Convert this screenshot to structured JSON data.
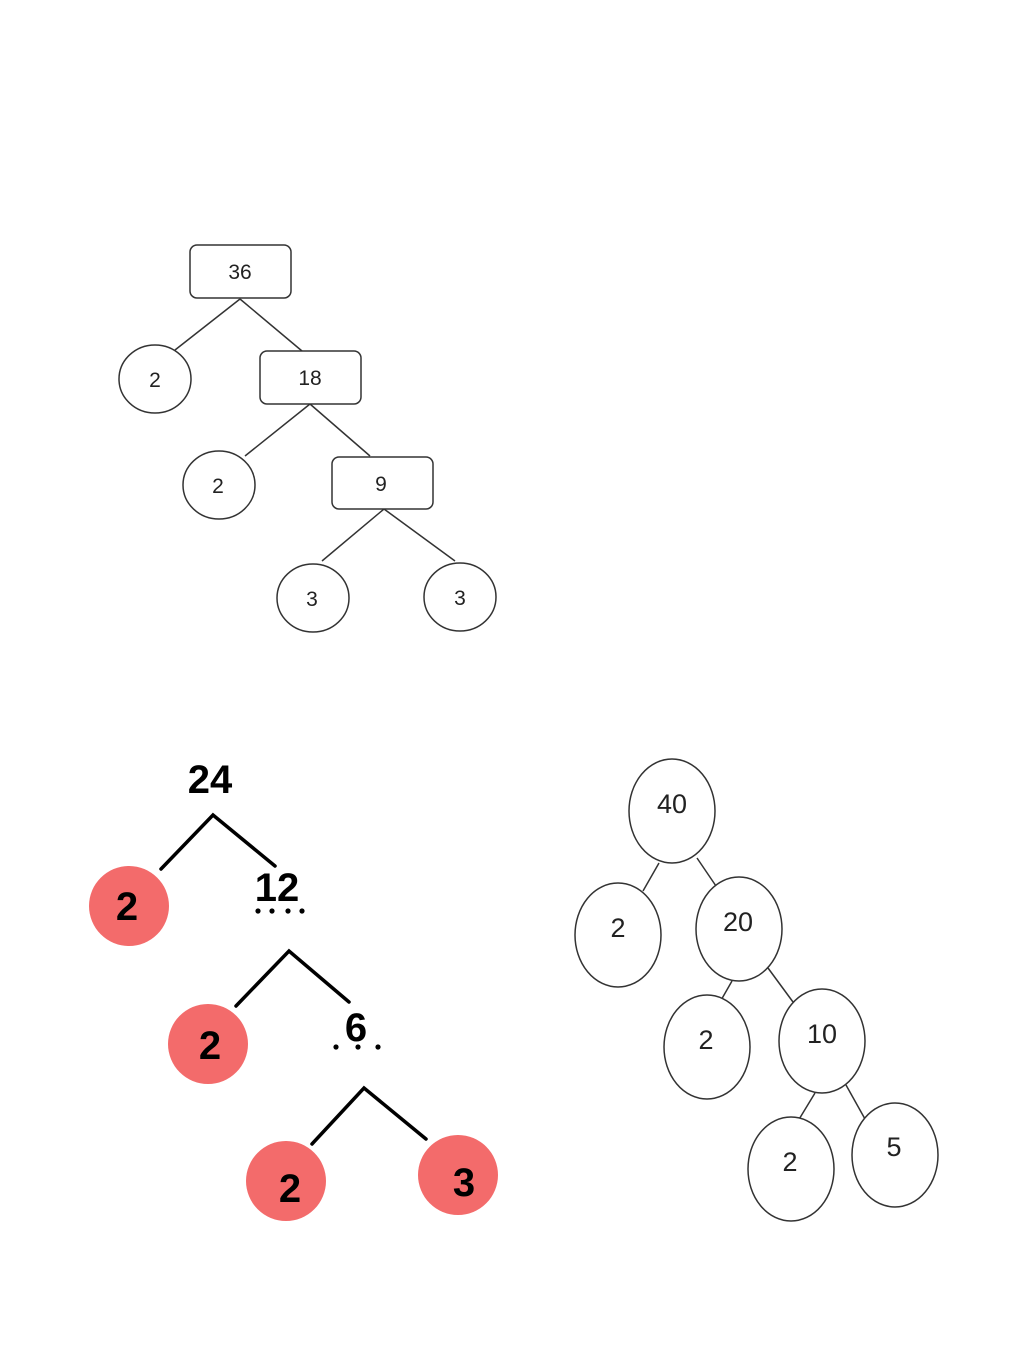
{
  "tree_36": {
    "root": "36",
    "left_leaf_1": "2",
    "node_18": "18",
    "left_leaf_2": "2",
    "node_9": "9",
    "leaf_3a": "3",
    "leaf_3b": "3"
  },
  "tree_24": {
    "root": "24",
    "leaf_2a": "2",
    "node_12": "12",
    "leaf_2b": "2",
    "node_6": "6",
    "leaf_2c": "2",
    "leaf_3": "3",
    "prime_color": "#f36b6b"
  },
  "tree_40": {
    "root": "40",
    "leaf_2a": "2",
    "node_20": "20",
    "leaf_2b": "2",
    "node_10": "10",
    "leaf_2c": "2",
    "leaf_5": "5"
  }
}
